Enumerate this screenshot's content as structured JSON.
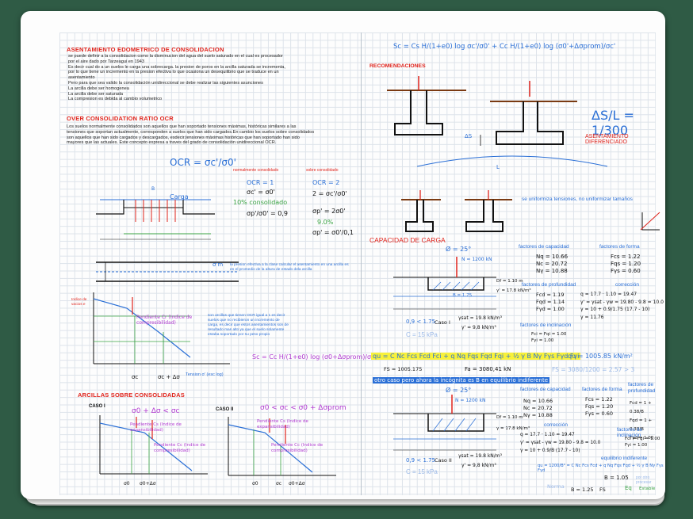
{
  "left": {
    "title1": "ASENTAMIENTO EDOMETRICO DE CONSOLIDACION",
    "intro_lines": [
      "se puede definir a la consolidacion  como la disminucion del agua del suelo saturado en el cual es procesador",
      "por el aire dado por Tarzeagui en 1943",
      "Es decir cual do a un suelos le carga una sobrecarga. la presion de poros en la arcilla saturada se incrementa,",
      "por lo que tiene un incremento en la presion efectiva lo que ocasiona un desequilibrio que se traduce en un",
      "asentamiento",
      "Pero para que sea valido la consolidación unidireccional se debe realizar las siguientes asunciones",
      "La arcilla debe ser homogenea",
      "La arcilla debe ser saturada",
      "La compresion es debida al cambio volumetrico"
    ],
    "title2": "OVER CONSOLIDATION RATIO OCR",
    "ocr_lines": [
      "Los suelos normalmente consolidados son aquellos que han soportado tensiones máximas, históricas similares a las",
      "tensiones que soportan actualmente, corresponden a suelos que han sido cargados.En cambio los suelos sobre consolidados",
      "son aquellos que han sido cargados y descargados, esdecir,tensiones máximas históricas que han soportado han sido",
      "mayores que las actuales. Este concepto expresa a traves del grado de consolidación unidireccional OCR."
    ],
    "ocr_formula": "OCR = σc'/σ0'",
    "normal_label": "normalmente consolidado",
    "sobre_label": "sobre consolidado",
    "ocr1": "OCR = 1",
    "ocr1_eq": "σc' = σ0'",
    "ocr1_pct": "10% consolidado",
    "ocr1_eq2": "σp'/σ0' = 0,9",
    "ocr2": "OCR = 2",
    "ocr2_eq": "2 = σc'/σ0'",
    "ocr2_eq2": "σp' = 2σ0'",
    "ocr2_pct": "9.0%",
    "ocr2_eq3": "σp' = σ0'/0,1",
    "carga_label": "Carga",
    "b_label": "B",
    "sigma_m": "σ'm",
    "presion_note": "la presion efectiva a la clase calcular el asentamiento en una arcilla es en el promedio de la altura de estado dela arcilla",
    "graph1_ylabel": "Indice de vacios e",
    "pend_cr": "Pendiente Cr (Indice de compresibilidad)",
    "graph1_x1": "σc",
    "graph1_x2": "σc + Δσ",
    "graph1_xlabel": "Tension σ' (esc log)",
    "sobre_note": "son arcillas que tienen OCR igual a 1 es decir suelos que no recibieron un incremento de carga, es decir que estos asentamientos son de resultado mas alto ya que el suelo solamente estaba soportado por su peso propio",
    "sc_formula": "Sc = Cc H/(1+e0) log (σ0+Δσprom)/σ0",
    "title3": "ARCILLAS SOBRE CONSOLIDADAS",
    "caso1": "CASO I",
    "caso1_cond": "σ0 + Δσ < σc",
    "caso2": "CASO II",
    "caso2_cond": "σ0 < σc < σ0 + Δσprom",
    "pend_cs": "Pendiente Cs (Indice de expansibilidad)",
    "pend_cc": "Pendiente Cc (Indice de compresibilidad)",
    "c1_x1": "σ0",
    "c1_x2": "σ0+Δσ",
    "c2_x1": "σ0",
    "c2_x2": "σc",
    "c2_x3": "σ0+Δσ"
  },
  "right": {
    "top_formula": "Sc = Cs H/(1+e0) log σc'/σ0' + Cc H/(1+e0) log (σ0'+Δσprom)/σc'",
    "recom_title": "RECOMENDACIONES",
    "ds_formula": "ΔS/L = 1/300",
    "asent_dif": "ASENTAMIENTO DIFERENCIADO",
    "ds_label": "ΔS",
    "l_label": "L",
    "uniform_note": "se uniformiza tensiones, no uniformizar tamaños",
    "cap_title": "CAPACIDAD DE CARGA",
    "phi": "Ø = 25°",
    "n_load": "N = 1200 kN",
    "df1": "Df = 1.10 m",
    "gamma1": "γ' = 17.8 kN/m³",
    "b_dim": "B = 1.75",
    "ratio": "0,9 < 1.75",
    "caso_i": "Caso I",
    "gsat": "γsat = 19.8 kN/m³",
    "gw": "γ' = 9,8 kN/m³",
    "c15": "C = 15 kPa",
    "fc_title": "factores de capacidad",
    "fc_items": [
      "Nq = 10.66",
      "Nc = 20.72",
      "Nγ = 10.88"
    ],
    "ff_title": "factores de forma",
    "ff_items": [
      "Fcs = 1.22",
      "Fqs = 1.20",
      "Fγs = 0.60"
    ],
    "fp_title": "factores de profundidad",
    "fp_items": [
      "Fcd = 1.19",
      "Fqd = 1.14",
      "Fγd = 1.00"
    ],
    "corr_title": "corrección",
    "corr_items": [
      "q = 17.7 · 1.10 = 19.47",
      "γ' = γsat - γw = 19.80 - 9.8 = 10.0",
      "γ = 10 + 0.9/1.75 (17.7 - 10)",
      "γ = 11.76"
    ],
    "fi_title": "factores de inclinación",
    "fi_items": [
      "Fci = Fqi = 1.00",
      "Fγi = 1.00"
    ],
    "qu_formula": "qu = C Nc Fcs Fcd Fci + q Nq Fqs Fqd Fqi + ½ γ B Nγ Fγs Fγd Fγi",
    "qu_val": "qu = 1005.85 kN/m²",
    "fa": "FS = 1005.175",
    "fa2": "Fa = 3080,41 kN",
    "fs_check": "FS = 3080/1200 = 2.57 > 3",
    "otro_caso": "otro caso pero ahora la incógnita es B en equilibrio indiferente",
    "phi2": "Ø = 25°",
    "n_load2": "N = 1200 kN",
    "df2": "Df = 1.10 m",
    "gamma2": "γ = 17.8 kN/m³",
    "ratio2": "0,9 < 1.75",
    "caso_ii": "Caso II",
    "gsat2": "γsat = 19.8 kN/m³",
    "gw2": "γ' = 9,8 kN/m³",
    "c15b": "C = 15 kPa",
    "fc2_title": "factores de capacidad",
    "fc2_items": [
      "Nq = 10.66",
      "Nc = 20.72",
      "Nγ = 10.88"
    ],
    "ff2_title": "factores de forma",
    "ff2_items": [
      "Fcs = 1.22",
      "Fqs = 1.20",
      "Fγs = 0.60"
    ],
    "fp2_title": "factores de profundidad",
    "fp2_items": [
      "Fcd = 1 + 0.38/B",
      "Fqd = 1 + 0.38/B",
      "Fγd = 1.00"
    ],
    "corr2_title": "corrección",
    "corr2_items": [
      "q = 17.7 · 1.10 = 19.47",
      "γ' = γsat - γw = 19.80 - 9.8 = 10.0",
      "γ = 10 + 0.9/B (17.7 - 10)"
    ],
    "fi2_title": "factores de inclinación",
    "fi2_items": [
      "Fci = Fqi = 1.00",
      "Fγi = 1.00"
    ],
    "eq_title": "equilibrio indiferente",
    "eq_formula": "qu = 1200/B² = C Nc Fcs Fcd + q Nq Fqs Fqd + ½ γ B Nγ Fγs Fγd",
    "b_result": "B = 1.05",
    "fs_note": "por otro procesar",
    "norma": "Norma",
    "b_fs": "B = 1.25",
    "fs_suffix": "FS",
    "eq_label": "Eq",
    "estable": "Estable"
  }
}
